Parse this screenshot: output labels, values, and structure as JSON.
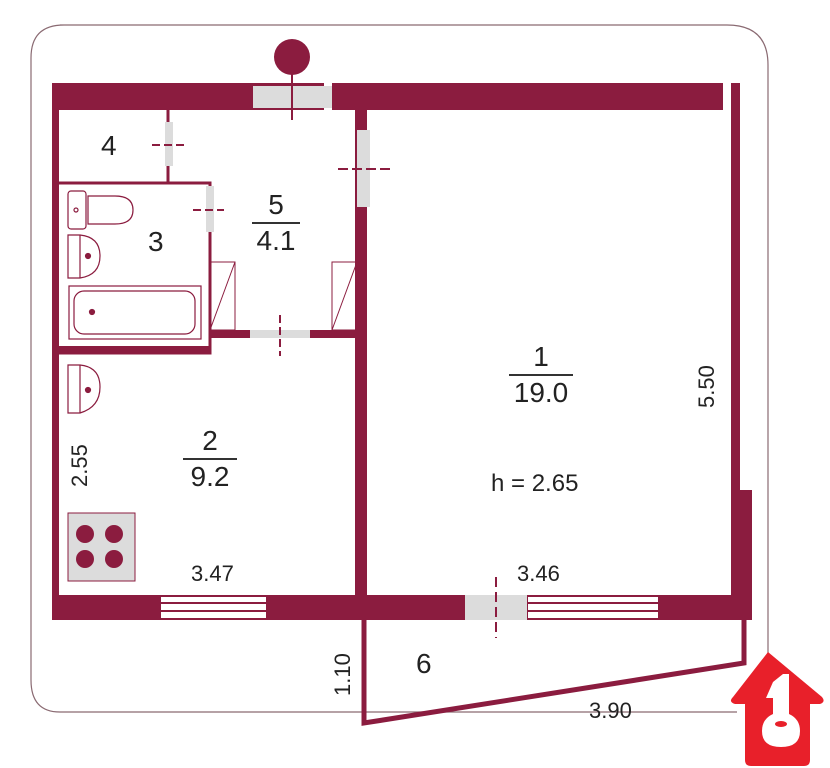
{
  "plan": {
    "wall_color": "#8b1c3f",
    "door_gap_color": "#dcdcdc",
    "frame_color": "#8a6a72",
    "logo_color": "#e8202a"
  },
  "rooms": [
    {
      "id": "1",
      "number": "1",
      "area": "19.0"
    },
    {
      "id": "2",
      "number": "2",
      "area": "9.2"
    },
    {
      "id": "3",
      "number": "3"
    },
    {
      "id": "4",
      "number": "4"
    },
    {
      "id": "5",
      "number": "5",
      "area": "4.1"
    },
    {
      "id": "6",
      "number": "6"
    }
  ],
  "dimensions": {
    "room1_width": "3.46",
    "room1_height": "5.50",
    "room2_width": "3.47",
    "room2_depth": "2.55",
    "balcony_depth": "1.10",
    "balcony_length": "3.90",
    "ceiling_height": "h = 2.65"
  },
  "logo": {
    "icon": "house-key-icon"
  }
}
